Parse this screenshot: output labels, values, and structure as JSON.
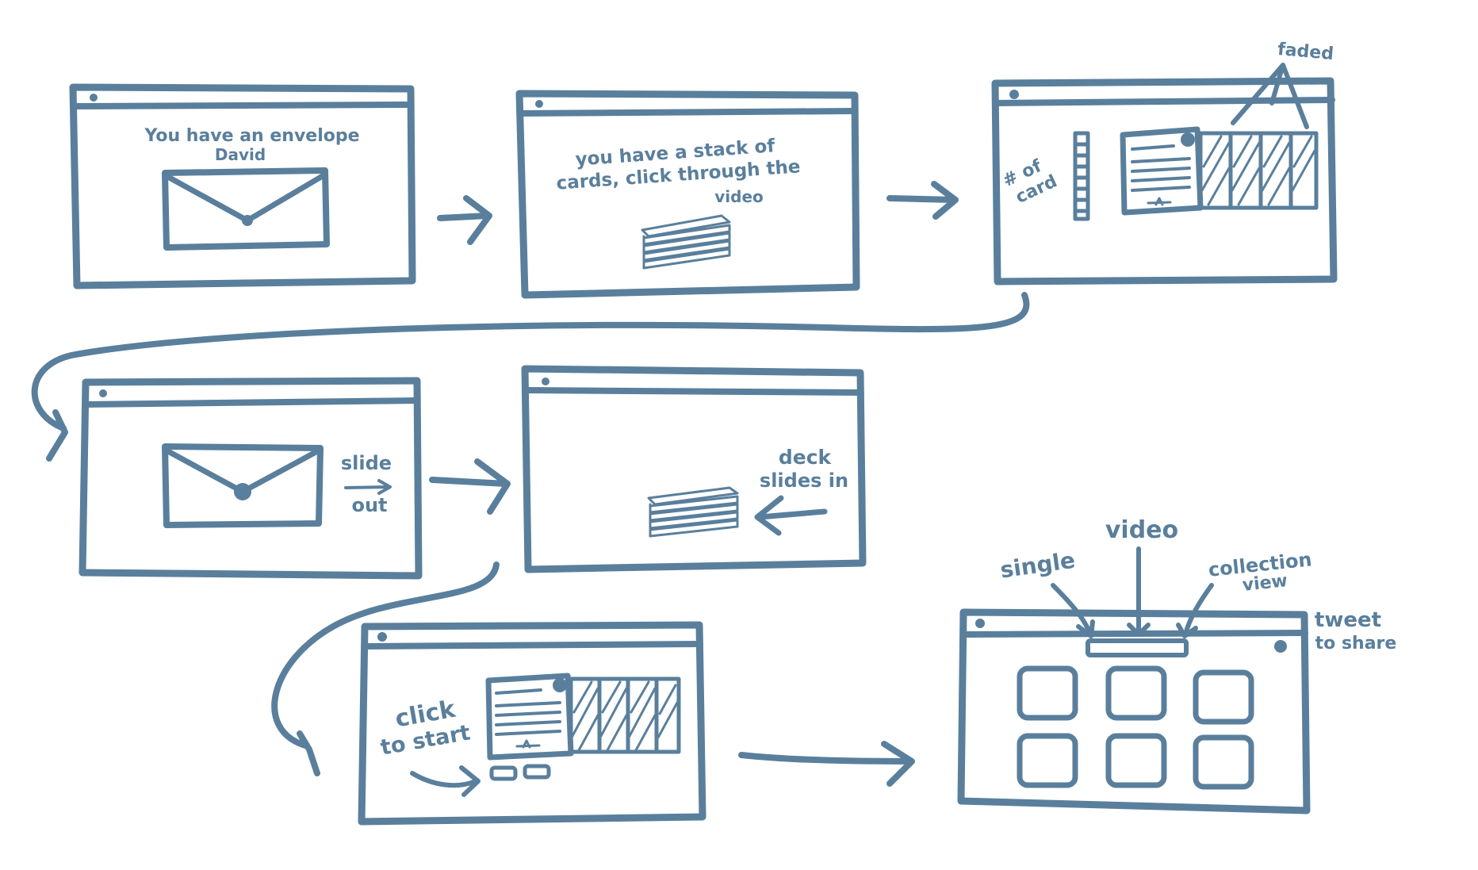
{
  "colors": {
    "ink": "#5a7f9c",
    "background": "#ffffff"
  },
  "frames": {
    "f1": {
      "line1": "You have an envelope",
      "line2": "David"
    },
    "f2": {
      "line1": "you have a stack of",
      "line2": "cards, click through the",
      "line3": "video"
    },
    "f3": {
      "counter_line1": "# of",
      "counter_line2": "card",
      "faded_label": "faded"
    },
    "f4": {
      "slide_label": "slide",
      "out_label": "out"
    },
    "f5": {
      "deck_label": "deck",
      "slides_in_label": "slides in"
    },
    "f6": {
      "click_label": "click",
      "to_start_label": "to start"
    },
    "f7": {
      "single_label": "single",
      "video_label": "video",
      "collection_line1": "collection",
      "collection_line2": "view",
      "tweet_line1": "tweet",
      "tweet_line2": "to share"
    }
  }
}
